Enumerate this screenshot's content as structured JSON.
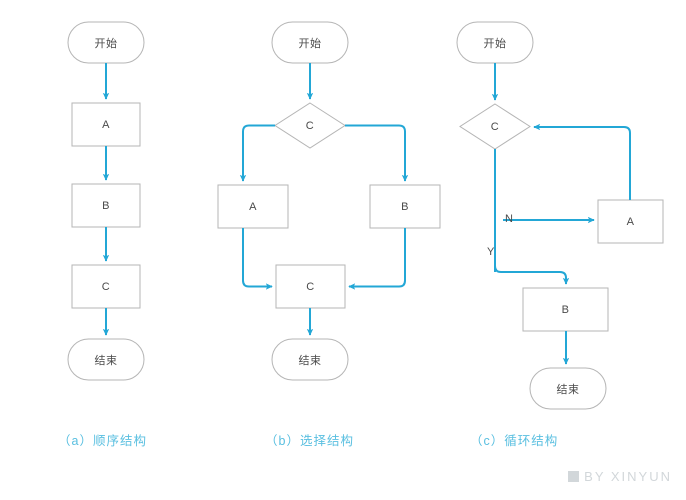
{
  "meta": {
    "title": "三种基本程序结构流程图",
    "accent_color": "#23a7d6",
    "caption_color": "#59bfe0",
    "node_border_color": "#b5b5b5",
    "node_fill_color": "#ffffff",
    "text_color": "#4a4a4a",
    "background_color": "#ffffff",
    "watermark_color": "#d2d7da"
  },
  "watermark": {
    "mark": "square-glyph",
    "text": "BY XINYUN"
  },
  "diagrams": [
    {
      "id": "sequence",
      "caption": "（a）顺序结构",
      "nodes": [
        {
          "id": "a-start",
          "label": "开始",
          "shape": "terminator"
        },
        {
          "id": "a-proc-a",
          "label": "A",
          "shape": "process"
        },
        {
          "id": "a-proc-b",
          "label": "B",
          "shape": "process"
        },
        {
          "id": "a-proc-c",
          "label": "C",
          "shape": "process"
        },
        {
          "id": "a-end",
          "label": "结束",
          "shape": "terminator"
        }
      ],
      "edges": [
        {
          "from": "a-start",
          "to": "a-proc-a",
          "label": ""
        },
        {
          "from": "a-proc-a",
          "to": "a-proc-b",
          "label": ""
        },
        {
          "from": "a-proc-b",
          "to": "a-proc-c",
          "label": ""
        },
        {
          "from": "a-proc-c",
          "to": "a-end",
          "label": ""
        }
      ]
    },
    {
      "id": "selection",
      "caption": "（b）选择结构",
      "nodes": [
        {
          "id": "b-start",
          "label": "开始",
          "shape": "terminator"
        },
        {
          "id": "b-cond",
          "label": "C",
          "shape": "decision"
        },
        {
          "id": "b-proc-a",
          "label": "A",
          "shape": "process"
        },
        {
          "id": "b-proc-b",
          "label": "B",
          "shape": "process"
        },
        {
          "id": "b-merge",
          "label": "C",
          "shape": "process"
        },
        {
          "id": "b-end",
          "label": "结束",
          "shape": "terminator"
        }
      ],
      "edges": [
        {
          "from": "b-start",
          "to": "b-cond",
          "label": ""
        },
        {
          "from": "b-cond",
          "to": "b-proc-a",
          "label": ""
        },
        {
          "from": "b-cond",
          "to": "b-proc-b",
          "label": ""
        },
        {
          "from": "b-proc-a",
          "to": "b-merge",
          "label": ""
        },
        {
          "from": "b-proc-b",
          "to": "b-merge",
          "label": ""
        },
        {
          "from": "b-merge",
          "to": "b-end",
          "label": ""
        }
      ]
    },
    {
      "id": "loop",
      "caption": "（c）循环结构",
      "nodes": [
        {
          "id": "c-start",
          "label": "开始",
          "shape": "terminator"
        },
        {
          "id": "c-cond",
          "label": "C",
          "shape": "decision"
        },
        {
          "id": "c-proc-a",
          "label": "A",
          "shape": "process"
        },
        {
          "id": "c-proc-b",
          "label": "B",
          "shape": "process"
        },
        {
          "id": "c-end",
          "label": "结束",
          "shape": "terminator"
        }
      ],
      "edges": [
        {
          "from": "c-start",
          "to": "c-cond",
          "label": ""
        },
        {
          "from": "c-cond",
          "to": "c-proc-a",
          "label": "N"
        },
        {
          "from": "c-proc-a",
          "to": "c-cond",
          "label": ""
        },
        {
          "from": "c-cond",
          "to": "c-proc-b",
          "label": "Y"
        },
        {
          "from": "c-proc-b",
          "to": "c-end",
          "label": ""
        }
      ],
      "branch_labels": {
        "no": "N",
        "yes": "Y"
      }
    }
  ]
}
